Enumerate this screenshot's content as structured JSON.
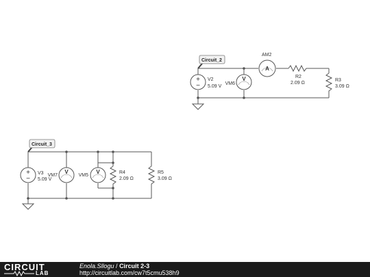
{
  "circuit2": {
    "label": "Circuit_2",
    "source": {
      "name": "V2",
      "value": "5.09 V"
    },
    "voltmeter": {
      "name": "VM6",
      "symbol": "V"
    },
    "ammeter": {
      "name": "AM2",
      "symbol": "A"
    },
    "r2": {
      "name": "R2",
      "value": "2.09 Ω"
    },
    "r3": {
      "name": "R3",
      "value": "3.09 Ω"
    }
  },
  "circuit3": {
    "label": "Circuit_3",
    "source": {
      "name": "V3",
      "value": "5.09 V"
    },
    "vm7": {
      "name": "VM7",
      "symbol": "V"
    },
    "vm5": {
      "name": "VM5",
      "symbol": "V"
    },
    "r4": {
      "name": "R4",
      "value": "2.09 Ω"
    },
    "r5": {
      "name": "R5",
      "value": "3.09 Ω"
    }
  },
  "footer": {
    "logo_top": "CIRCUIT",
    "logo_bottom": "LAB",
    "author": "Enola.Sllogu",
    "separator": " / ",
    "title": "Circuit 2-3",
    "url": "http://circuitlab.com/cw7t5cmu538h9"
  }
}
